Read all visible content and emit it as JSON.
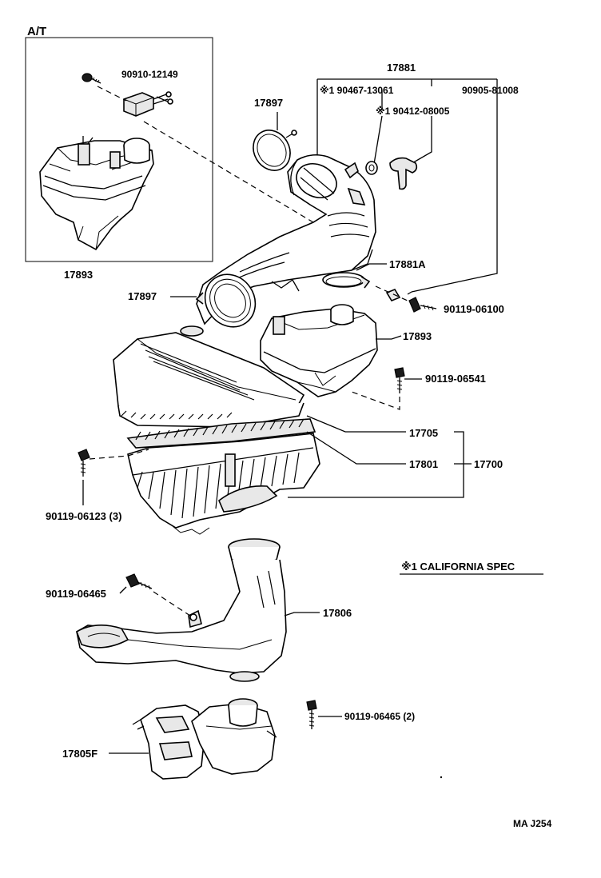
{
  "diagram": {
    "inset": {
      "title": "A/T",
      "bolt_label": "90910-12149",
      "tank_label": "17893"
    },
    "group_header": "17881",
    "labels": {
      "p17897_top": "17897",
      "p90467": "※1 90467-13061",
      "p90412": "※1 90412-08005",
      "p90905": "90905-81008",
      "p17881A": "17881A",
      "p17897_left": "17897",
      "p90119_06100": "90119-06100",
      "p17893": "17893",
      "p90119_06541": "90119-06541",
      "p17705": "17705",
      "p17801": "17801",
      "p17700": "17700",
      "p90119_06123": "90119-06123 (3)",
      "california": "※1 CALIFORNIA SPEC",
      "p90119_06465_a": "90119-06465",
      "p17806": "17806",
      "p90119_06465_b": "90119-06465 (2)",
      "p17805F": "17805F",
      "ref_code": "MA  J254"
    }
  }
}
